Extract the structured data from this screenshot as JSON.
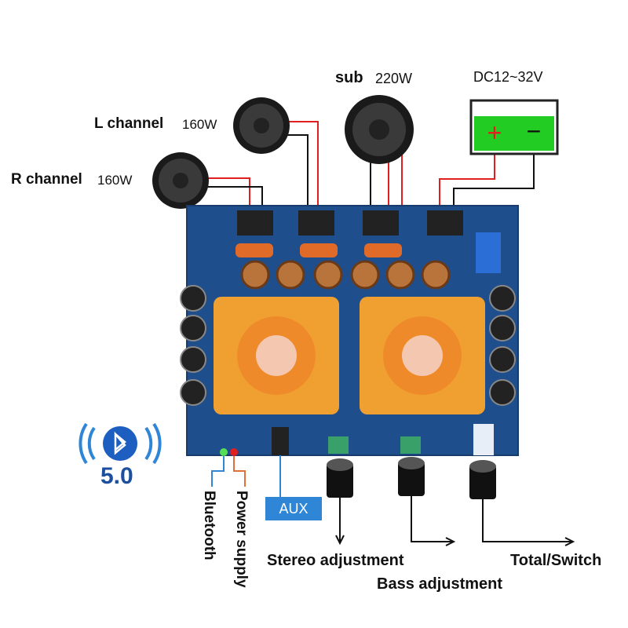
{
  "labels": {
    "sub": "sub",
    "sub_power": "220W",
    "dc": "DC12~32V",
    "l_channel": "L channel",
    "l_power": "160W",
    "r_channel": "R channel",
    "r_power": "160W",
    "aux": "AUX",
    "bluetooth": "Bluetooth",
    "power_supply": "Power supply",
    "bt_version": "5.0",
    "stereo": "Stereo adjustment",
    "bass": "Bass adjustment",
    "total": "Total/Switch",
    "battery_plus": "+",
    "battery_minus": "−"
  },
  "colors": {
    "board": "#1f4e8c",
    "heatsink": "#f0a030",
    "wire_red": "#e02020",
    "wire_black": "#111111",
    "battery": "#22cc22",
    "accent_blue": "#2f86d6"
  }
}
